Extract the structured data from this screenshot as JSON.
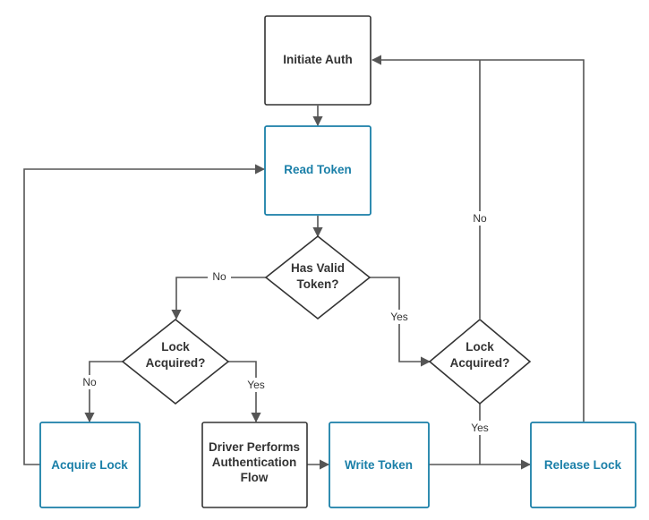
{
  "nodes": {
    "initiate_auth": {
      "label": "Initiate Auth",
      "shape": "process",
      "style": "dark"
    },
    "read_token": {
      "label": "Read Token",
      "shape": "process",
      "style": "accent"
    },
    "has_valid_token": {
      "lines": [
        "Has Valid",
        "Token?"
      ],
      "shape": "decision"
    },
    "lock_acquired_left": {
      "lines": [
        "Lock",
        "Acquired?"
      ],
      "shape": "decision"
    },
    "lock_acquired_right": {
      "lines": [
        "Lock",
        "Acquired?"
      ],
      "shape": "decision"
    },
    "acquire_lock": {
      "label": "Acquire Lock",
      "shape": "process",
      "style": "accent"
    },
    "driver_auth_flow": {
      "lines": [
        "Driver Performs",
        "Authentication",
        "Flow"
      ],
      "shape": "process",
      "style": "dark"
    },
    "write_token": {
      "label": "Write Token",
      "shape": "process",
      "style": "accent"
    },
    "release_lock": {
      "label": "Release Lock",
      "shape": "process",
      "style": "accent"
    }
  },
  "edges": {
    "valid_no": "No",
    "valid_yes": "Yes",
    "left_lock_no": "No",
    "left_lock_yes": "Yes",
    "right_lock_no": "No",
    "right_lock_yes": "Yes"
  },
  "colors": {
    "accent": "#1a7fa8",
    "dark": "#333333",
    "line": "#555555"
  }
}
